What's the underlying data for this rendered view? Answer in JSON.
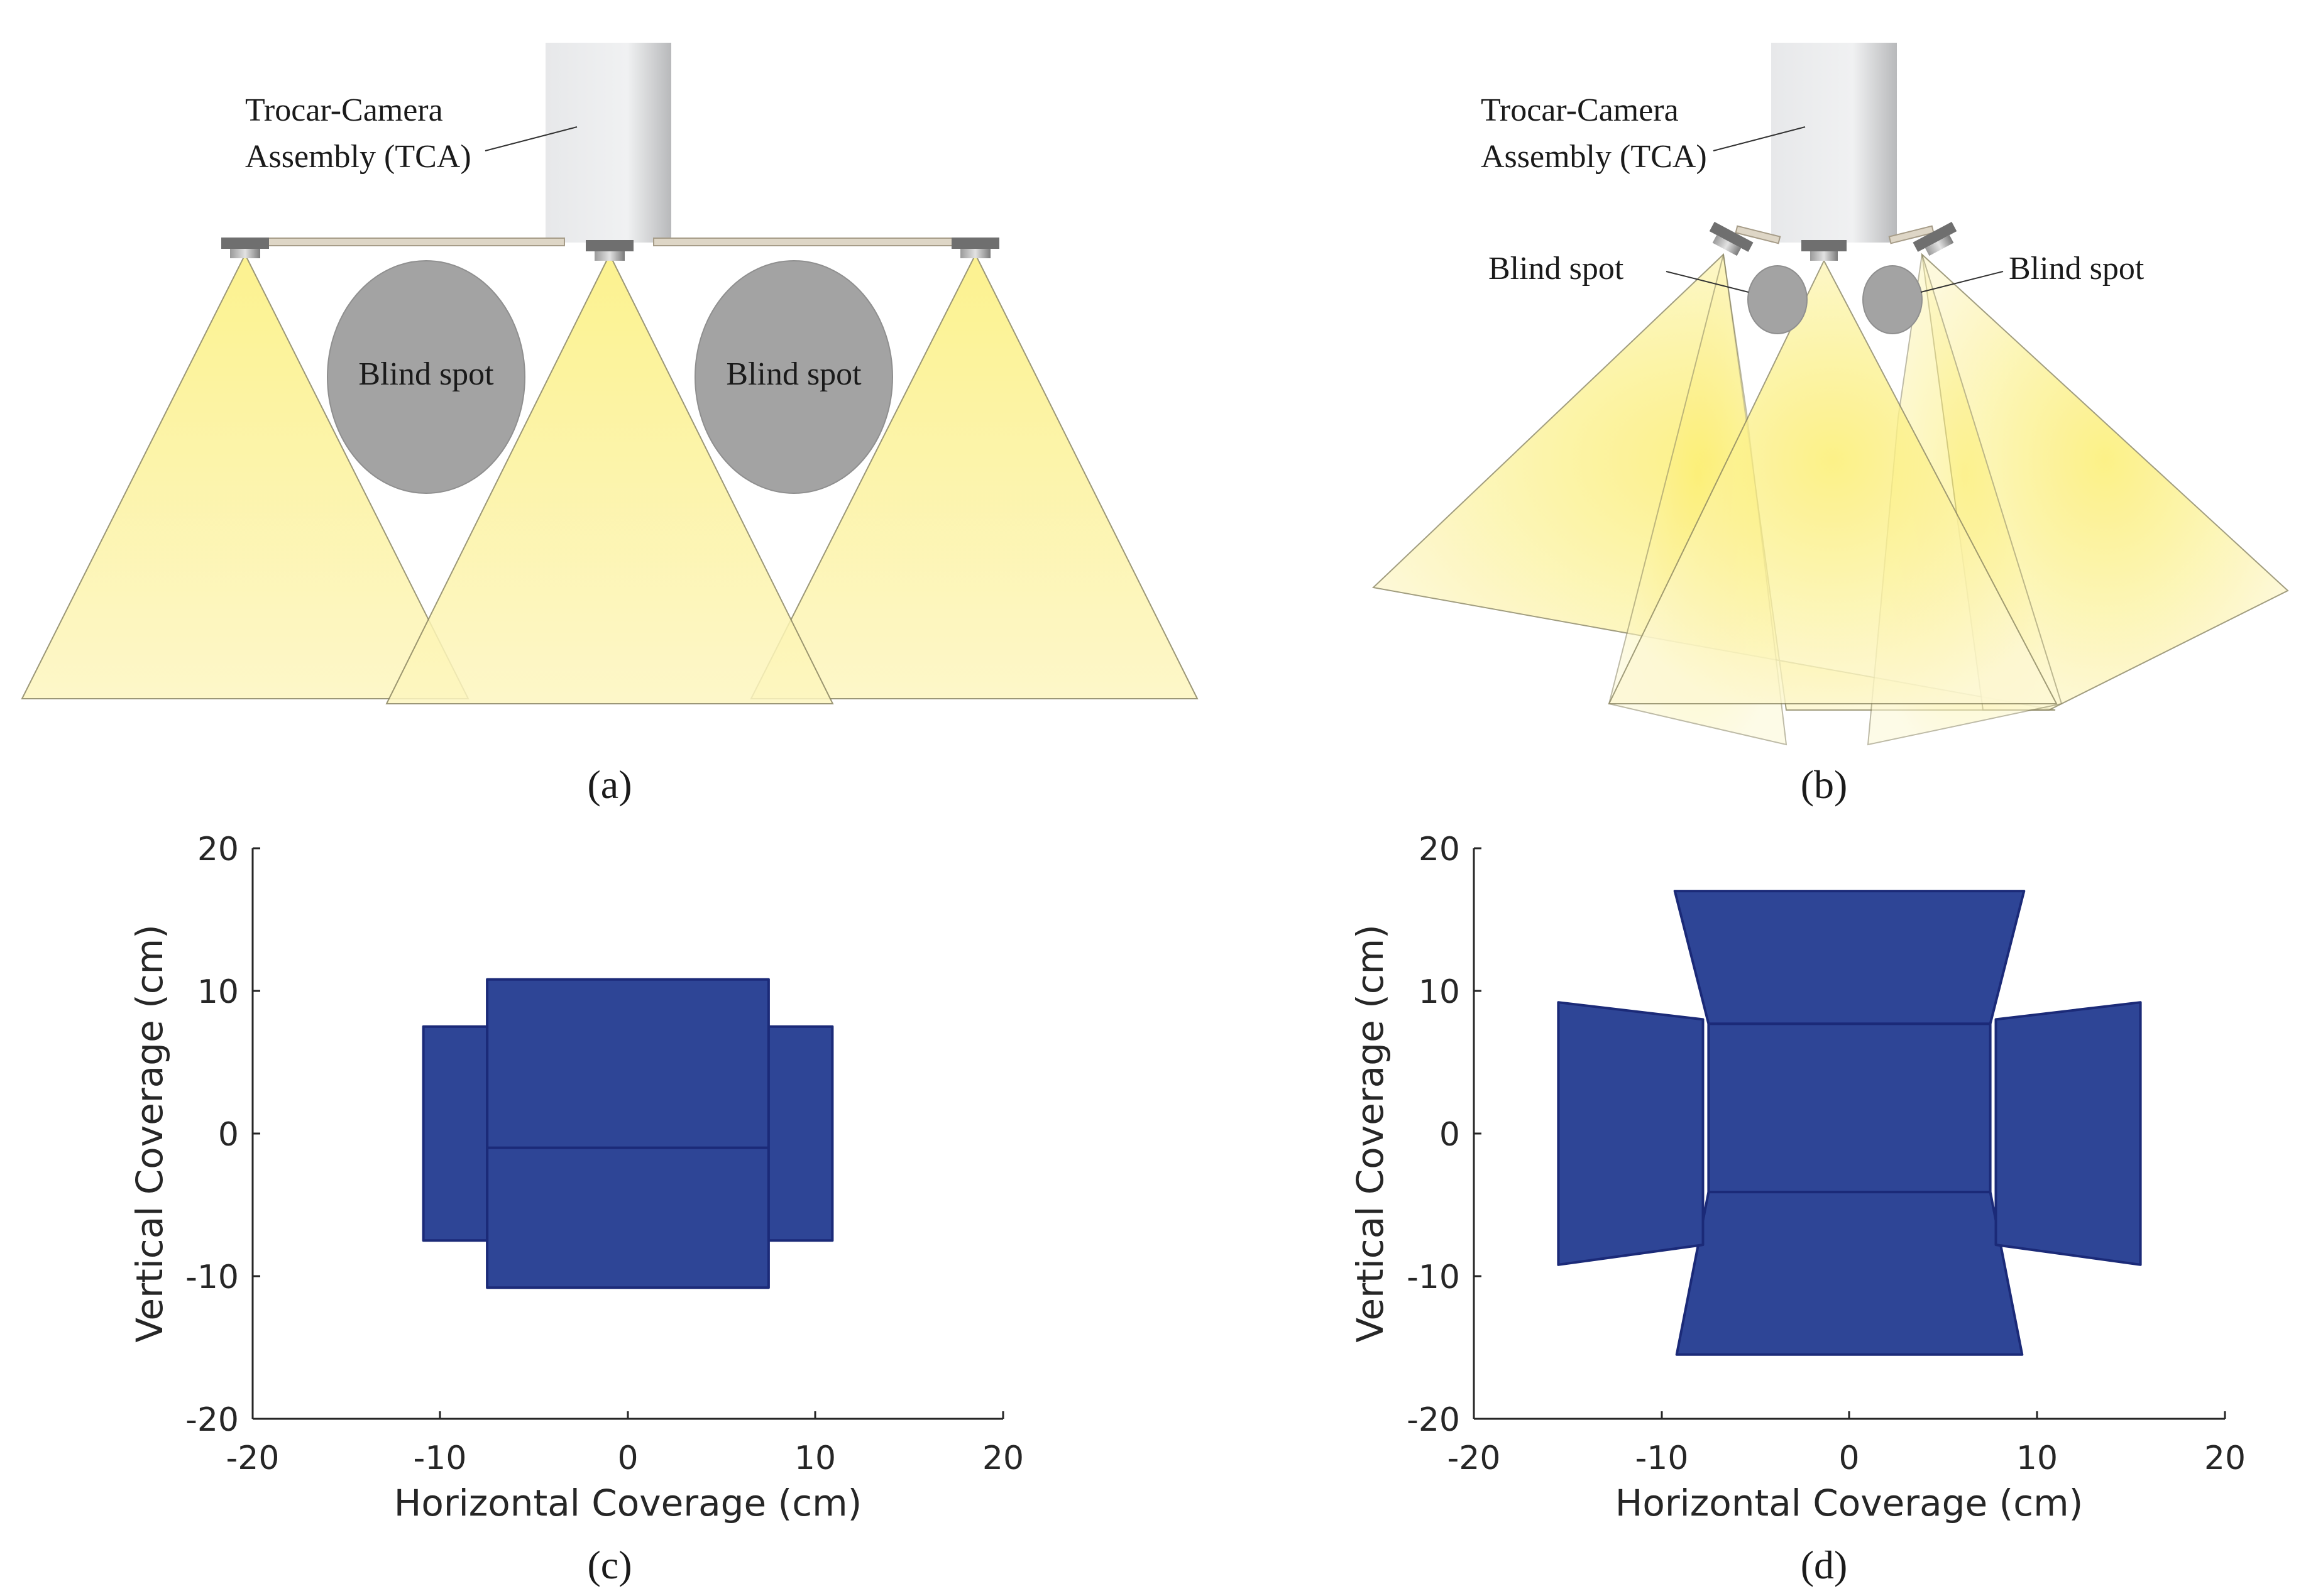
{
  "panel_a": {
    "caption": "(a)",
    "tca_label_line1": "Trocar-Camera",
    "tca_label_line2": "Assembly (TCA)",
    "blind_spot_left": "Blind spot",
    "blind_spot_right": "Blind spot"
  },
  "panel_b": {
    "caption": "(b)",
    "tca_label_line1": "Trocar-Camera",
    "tca_label_line2": "Assembly (TCA)",
    "blind_spot_left": "Blind spot",
    "blind_spot_right": "Blind spot"
  },
  "panel_c": {
    "caption": "(c)",
    "xlabel": "Horizontal Coverage (cm)",
    "ylabel": "Vertical Coverage (cm)",
    "xticks": [
      "-20",
      "-10",
      "0",
      "10",
      "20"
    ],
    "yticks": [
      "20",
      "10",
      "0",
      "-10",
      "-20"
    ]
  },
  "panel_d": {
    "caption": "(d)",
    "xlabel": "Horizontal Coverage (cm)",
    "ylabel": "Vertical Coverage (cm)",
    "xticks": [
      "-20",
      "-10",
      "0",
      "10",
      "20"
    ],
    "yticks": [
      "20",
      "10",
      "0",
      "-10",
      "-20"
    ]
  },
  "colors": {
    "light_cone": "#fdf28a",
    "blind_spot": "#a3a3a3",
    "coverage_fill": "#2e4596",
    "coverage_edge": "#1b2a78"
  },
  "chart_data": [
    {
      "type": "area",
      "panel": "c",
      "xlim": [
        -20,
        20
      ],
      "ylim": [
        -20,
        20
      ],
      "polygons": [
        {
          "points": [
            [
              -7.5,
              -1
            ],
            [
              7.5,
              -1
            ],
            [
              7.5,
              10.8
            ],
            [
              -7.5,
              10.8
            ]
          ]
        },
        {
          "points": [
            [
              -7.5,
              -10.8
            ],
            [
              7.5,
              -10.8
            ],
            [
              7.5,
              -1
            ],
            [
              -7.5,
              -1
            ]
          ]
        },
        {
          "points": [
            [
              -10.9,
              -7.5
            ],
            [
              -7.5,
              -7.5
            ],
            [
              -7.5,
              7.5
            ],
            [
              -10.9,
              7.5
            ]
          ]
        },
        {
          "points": [
            [
              7.5,
              -7.5
            ],
            [
              10.9,
              -7.5
            ],
            [
              10.9,
              7.5
            ],
            [
              7.5,
              7.5
            ]
          ]
        }
      ]
    },
    {
      "type": "area",
      "panel": "d",
      "xlim": [
        -20,
        20
      ],
      "ylim": [
        -20,
        20
      ],
      "polygons": [
        {
          "points": [
            [
              -7.5,
              -4.1
            ],
            [
              7.5,
              -4.1
            ],
            [
              7.5,
              7.7
            ],
            [
              -7.5,
              7.7
            ]
          ]
        },
        {
          "points": [
            [
              -9.3,
              17
            ],
            [
              9.3,
              17
            ],
            [
              7.5,
              7.7
            ],
            [
              -7.5,
              7.7
            ]
          ]
        },
        {
          "points": [
            [
              -7.5,
              -4.1
            ],
            [
              7.5,
              -4.1
            ],
            [
              9.2,
              -15.5
            ],
            [
              -9.2,
              -15.5
            ]
          ]
        },
        {
          "points": [
            [
              -15.5,
              9.2
            ],
            [
              -7.8,
              8
            ],
            [
              -7.8,
              -7.8
            ],
            [
              -15.5,
              -9.2
            ]
          ]
        },
        {
          "points": [
            [
              7.8,
              8
            ],
            [
              15.5,
              9.2
            ],
            [
              15.5,
              -9.2
            ],
            [
              7.8,
              -7.8
            ]
          ]
        }
      ]
    }
  ]
}
